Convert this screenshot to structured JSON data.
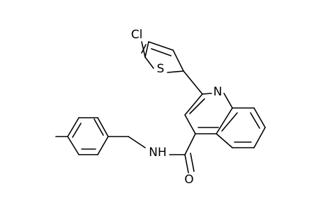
{
  "molecule": {
    "atoms": [
      {
        "id": "Cl",
        "label": "Cl"
      },
      {
        "id": "S",
        "label": "S"
      },
      {
        "id": "N1",
        "label": "N"
      },
      {
        "id": "NH",
        "label": "NH"
      },
      {
        "id": "O",
        "label": "O"
      }
    ]
  }
}
